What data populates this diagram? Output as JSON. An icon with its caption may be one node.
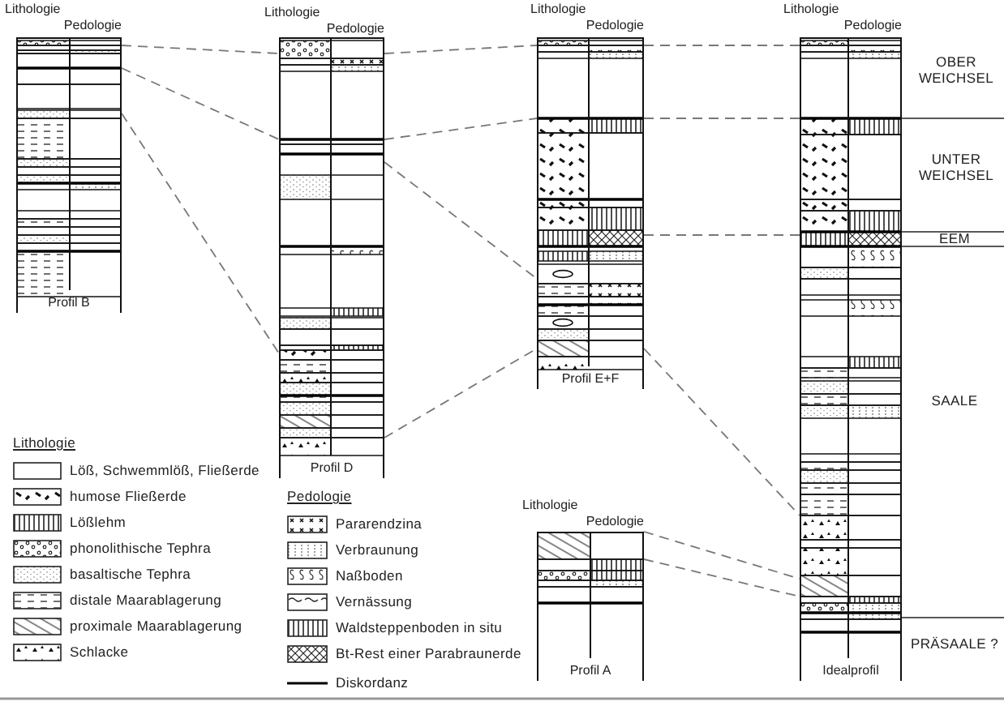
{
  "diagram": {
    "nodes": [
      {
        "text": [
          "Lithologie",
          "Pedologie",
          "Profil B"
        ]
      },
      {
        "text": [
          "Lithologie",
          "Pedologie",
          "Profil D"
        ]
      },
      {
        "text": [
          "Lithologie",
          "Pedologie",
          "Profil E+F"
        ]
      },
      {
        "text": [
          "Lithologie",
          "Pedologie",
          "Profil A"
        ]
      },
      {
        "text": [
          "Lithologie",
          "Pedologie",
          "Idealprofil"
        ]
      }
    ],
    "edges": [
      {
        "from": 0,
        "to": 1,
        "arrow": "none",
        "style": "dashed"
      },
      {
        "from": 1,
        "to": 2,
        "arrow": "none",
        "style": "dashed"
      },
      {
        "from": 0,
        "to": 1,
        "arrow": "none",
        "style": "dashed"
      },
      {
        "from": 1,
        "to": 2,
        "arrow": "none",
        "style": "dashed"
      },
      {
        "from": 0,
        "to": 1,
        "arrow": "none",
        "style": "dashed"
      },
      {
        "from": 1,
        "to": 2,
        "arrow": "none",
        "style": "dashed"
      },
      {
        "from": 2,
        "to": 4,
        "arrow": "none",
        "style": "dashed"
      },
      {
        "from": 2,
        "to": 4,
        "arrow": "none",
        "style": "dashed"
      },
      {
        "from": 2,
        "to": 4,
        "arrow": "none",
        "style": "dashed"
      },
      {
        "from": 1,
        "to": 2,
        "arrow": "none",
        "style": "dashed"
      },
      {
        "from": 2,
        "to": 4,
        "arrow": "none",
        "style": "dashed"
      },
      {
        "from": 3,
        "to": 4,
        "arrow": "none",
        "style": "dashed"
      },
      {
        "from": 3,
        "to": 4,
        "arrow": "none",
        "style": "dashed"
      }
    ],
    "labels": [
      "OBER WEICHSEL",
      "UNTER WEICHSEL",
      "EEM",
      "SAALE",
      "PRÄSAALE ?",
      "Lithologie",
      "Pedologie"
    ],
    "legend": [
      {
        "text": "Löß, Schwemmlöß, Fließerde"
      },
      {
        "text": "humose Fließerde"
      },
      {
        "text": "Lößlehm"
      },
      {
        "text": "phonolithische Tephra"
      },
      {
        "text": "basaltische Tephra"
      },
      {
        "text": "distale Maarablagerung"
      },
      {
        "text": "proximale Maarablagerung"
      },
      {
        "text": "Schlacke"
      },
      {
        "text": "Pararendzina"
      },
      {
        "text": "Verbraunung"
      },
      {
        "text": "Naßboden"
      },
      {
        "text": "Vernässung"
      },
      {
        "text": "Waldsteppenboden in situ"
      },
      {
        "text": "Bt-Rest einer Parabraunerde"
      },
      {
        "text": "Diskordanz"
      }
    ]
  }
}
